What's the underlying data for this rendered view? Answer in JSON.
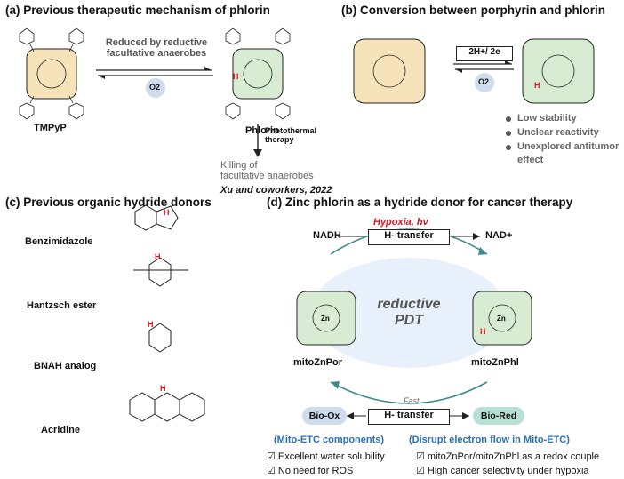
{
  "panel_a": {
    "title": "(a) Previous therapeutic mechanism of phlorin",
    "reduce_line1": "Reduced by reductive",
    "reduce_line2": "facultative anaerobes",
    "o2": "O2",
    "tmpyp": "TMPyP",
    "phlorin": "Phlorin",
    "photothermal1": "Photothermal",
    "photothermal2": "therapy",
    "killing1": "Killing of",
    "killing2": "facultative anaerobes",
    "citation": "Xu and coworkers, 2022"
  },
  "panel_b": {
    "title": "(b) Conversion between porphyrin and phlorin",
    "reagent": "2H+/ 2e",
    "o2": "O2",
    "bullets": [
      "Low stability",
      "Unclear reactivity",
      "Unexplored antitumor",
      "effect"
    ]
  },
  "panel_c": {
    "title": "(c) Previous organic hydride donors",
    "donors": [
      "Benzimidazole",
      "Hantzsch ester",
      "BNAH analog",
      "Acridine"
    ]
  },
  "panel_d": {
    "title": "(d) Zinc phlorin as a hydride donor for cancer therapy",
    "conditions": "Hypoxia, hν",
    "nadh": "NADH",
    "nad": "NAD+",
    "transfer_top": "H- transfer",
    "transfer_bottom": "H- transfer",
    "fast": "Fast",
    "center1": "reductive",
    "center2": "PDT",
    "left_compound": "mitoZnPor",
    "right_compound": "mitoZnPhl",
    "bio_ox": "Bio-Ox",
    "bio_red": "Bio-Red",
    "left_caption": "(Mito-ETC components)",
    "right_caption": "(Disrupt electron flow in Mito-ETC)",
    "left_points": [
      "Excellent water solubility",
      "No need for ROS"
    ],
    "right_points": [
      "mitoZnPor/mitoZnPhl as a redox couple",
      "High cancer selectivity under hypoxia"
    ]
  },
  "colors": {
    "porphyrin_fill": "#f7e3b9",
    "phlorin_fill": "#d8ecd3",
    "accent_blue": "#2a6fb5",
    "accent_red": "#e0141e",
    "pill_fill": "#cfdcec"
  }
}
